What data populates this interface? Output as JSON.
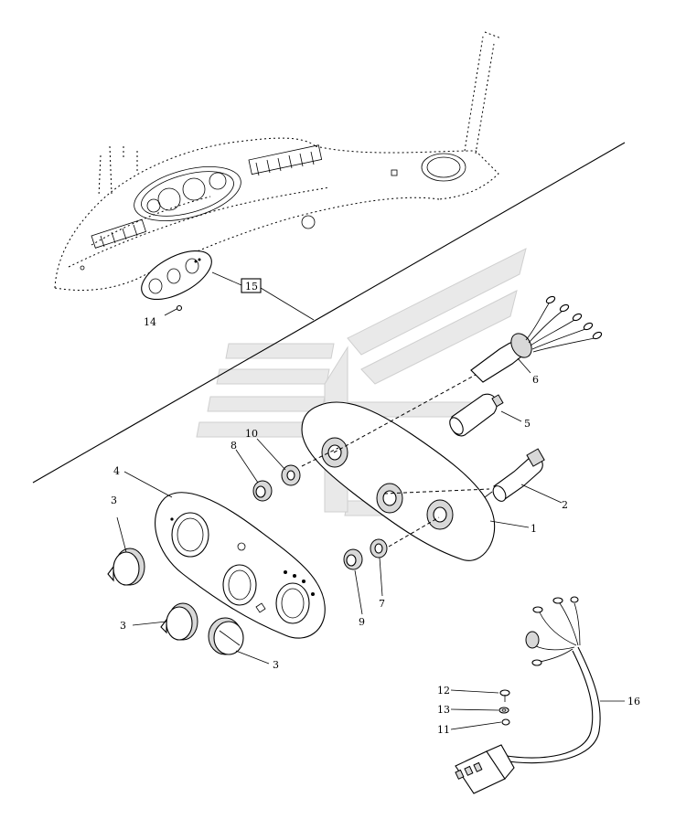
{
  "callouts": {
    "c1": "1",
    "c2": "2",
    "c3a": "3",
    "c3b": "3",
    "c3c": "3",
    "c4": "4",
    "c5": "5",
    "c6": "6",
    "c7": "7",
    "c8": "8",
    "c9": "9",
    "c10": "10",
    "c11": "11",
    "c12": "12",
    "c13": "13",
    "c14": "14",
    "c15": "15",
    "c16": "16"
  }
}
